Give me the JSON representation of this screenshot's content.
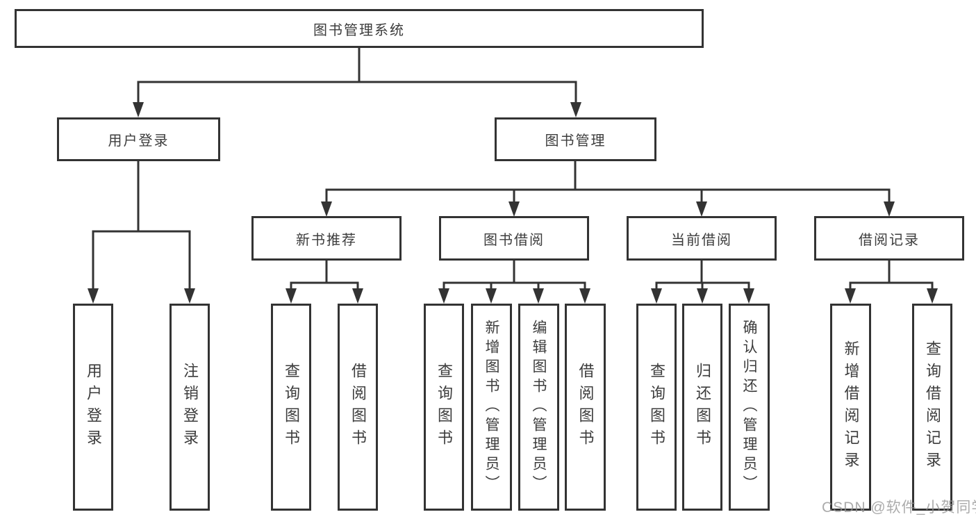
{
  "diagram": {
    "root": "图书管理系统",
    "user_login": {
      "label": "用户登录",
      "children": [
        "用户登录",
        "注销登录"
      ]
    },
    "book_mgmt": {
      "label": "图书管理",
      "sections": [
        {
          "label": "新书推荐",
          "children": [
            "查询图书",
            "借阅图书"
          ]
        },
        {
          "label": "图书借阅",
          "children": [
            "查询图书",
            "新增图书（管理员）",
            "编辑图书（管理员）",
            "借阅图书"
          ]
        },
        {
          "label": "当前借阅",
          "children": [
            "查询图书",
            "归还图书",
            "确认归还（管理员）"
          ]
        },
        {
          "label": "借阅记录",
          "children": [
            "新增借阅记录",
            "查询借阅记录"
          ]
        }
      ]
    }
  },
  "watermark": "CSDN @软件_小贺同学",
  "colors": {
    "line": "#333333",
    "text": "#3c3c3c",
    "background": "#ffffff",
    "watermark": "#949494"
  }
}
